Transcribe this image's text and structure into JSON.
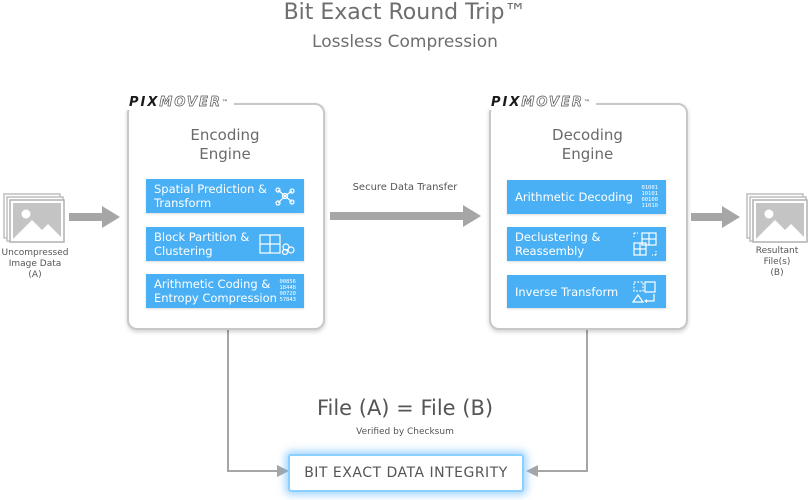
{
  "header": {
    "title": "Bit Exact Round Trip™",
    "subtitle": "Lossless Compression"
  },
  "encoder": {
    "logo_pix": "PIX",
    "logo_mover": "MOVER",
    "logo_tm": "™",
    "title": "Encoding\nEngine",
    "steps": [
      {
        "label": "Spatial Prediction &\nTransform",
        "icon": "network-nodes-icon"
      },
      {
        "label": "Block Partition &\nClustering",
        "icon": "grid-cluster-icon"
      },
      {
        "label": "Arithmetic Coding &\nEntropy Compression",
        "icon": "number-block-icon",
        "digits": [
          "00856",
          "18448",
          "00720",
          "57843"
        ]
      }
    ]
  },
  "decoder": {
    "logo_pix": "PIX",
    "logo_mover": "MOVER",
    "logo_tm": "™",
    "title": "Decoding\nEngine",
    "steps": [
      {
        "label": "Arithmetic Decoding",
        "icon": "binary-digits-icon",
        "digits": [
          "01001",
          "10101",
          "00100",
          "11010"
        ]
      },
      {
        "label": "Declustering &\nReassembly",
        "icon": "grid-reassembly-icon"
      },
      {
        "label": "Inverse Transform",
        "icon": "shapes-transform-icon"
      }
    ]
  },
  "input": {
    "caption": "Uncompressed\nImage Data\n(A)",
    "icon": "image-stack-icon"
  },
  "output": {
    "caption": "Resultant\nFile(s)\n(B)",
    "icon": "image-stack-icon"
  },
  "transfer_label": "Secure Data Transfer",
  "equation": "File (A) = File (B)",
  "verified": "Verified by Checksum",
  "integrity_label": "BIT EXACT DATA INTEGRITY",
  "colors": {
    "step_blue": "#4ab0f5",
    "arrow_gray": "#a6a6a6",
    "glow_blue": "#8cd0ff"
  }
}
